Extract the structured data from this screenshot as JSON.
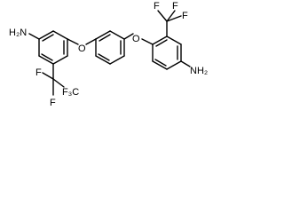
{
  "molecule": {
    "labels": {
      "amine_left": "H₂N",
      "amine_right": "NH₂",
      "ether_o_left": "O",
      "ether_o_right": "O",
      "cf3_left": "F₃C",
      "cf3_left_f1": "F",
      "cf3_left_f2": "F",
      "cf3_right_f1": "F",
      "cf3_right_f2": "F",
      "cf3_right_f3": "F"
    }
  }
}
